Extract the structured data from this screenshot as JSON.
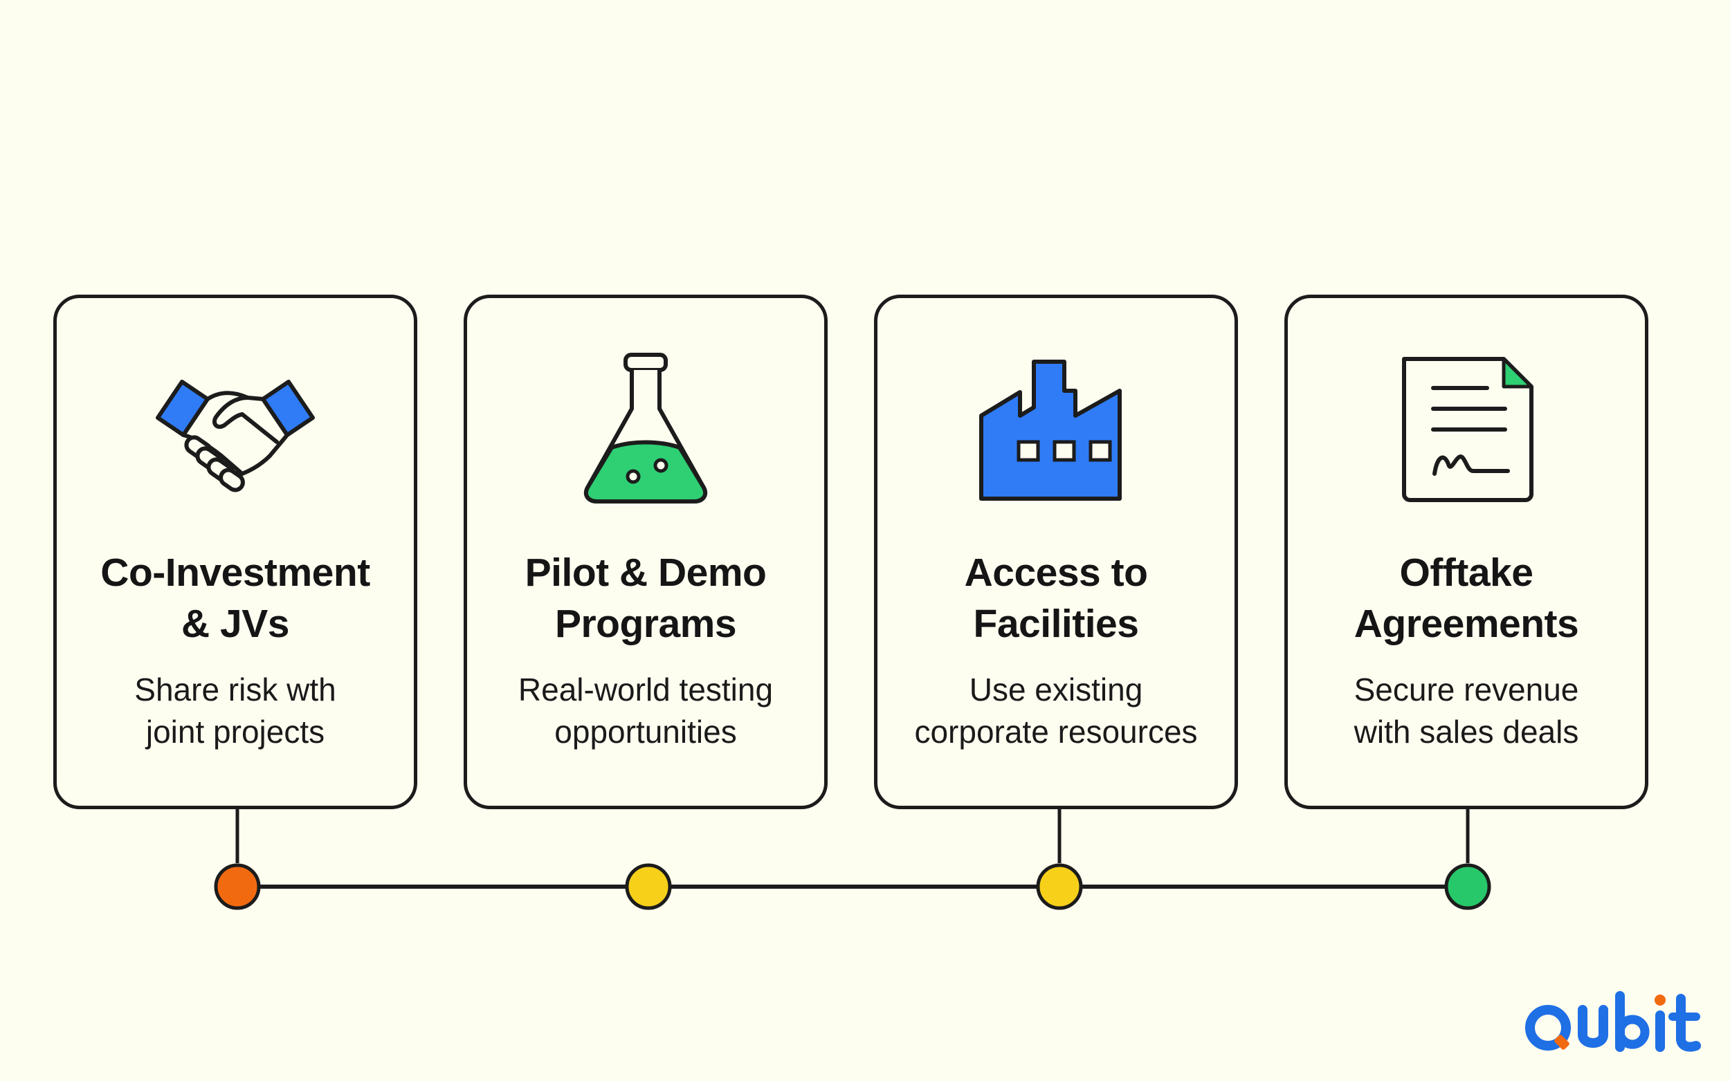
{
  "cards": [
    {
      "title": "Co-Investment\n& JVs",
      "description": "Share risk wth\njoint projects",
      "icon": "handshake-icon",
      "dot_color": "#f26a10"
    },
    {
      "title": "Pilot & Demo\nPrograms",
      "description": "Real-world testing\nopportunities",
      "icon": "flask-icon",
      "dot_color": "#f7d019"
    },
    {
      "title": "Access to\nFacilities",
      "description": "Use existing\ncorporate resources",
      "icon": "factory-icon",
      "dot_color": "#f7d019"
    },
    {
      "title": "Offtake\nAgreements",
      "description": "Secure revenue\nwith sales deals",
      "icon": "contract-document-icon",
      "dot_color": "#27c86a"
    }
  ],
  "colors": {
    "accent_blue": "#2f7cf6",
    "accent_green": "#2fcf74",
    "outline": "#1c1c1c",
    "background": "#fdfdf0",
    "logo_blue": "#1f6fe5",
    "logo_orange": "#f26a10"
  },
  "logo": {
    "text": "Qubit"
  }
}
